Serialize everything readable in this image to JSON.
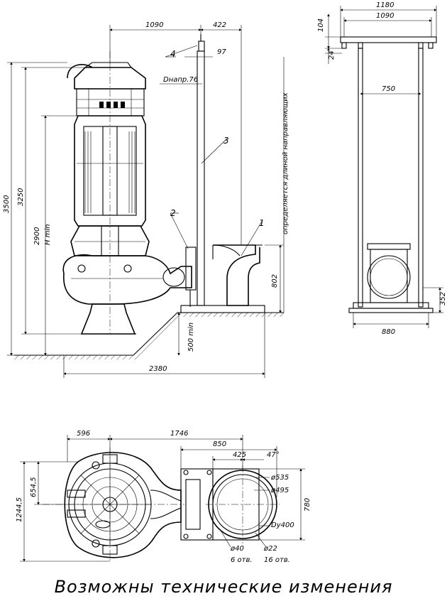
{
  "drawing": {
    "front_view": {
      "dims": {
        "width_1090": "1090",
        "width_422": "422",
        "width_97": "97",
        "h_3500": "3500",
        "h_3250": "3250",
        "h_2900": "2900",
        "h_min": "H min",
        "h_802": "802",
        "depth_500": "500 min",
        "width_2380": "2380",
        "d_napr": "Dнапр.76"
      },
      "callouts": [
        "1",
        "2",
        "3",
        "4"
      ],
      "guide_note": "определяется длиной направляющих"
    },
    "side_view": {
      "dims": {
        "w_1180": "1180",
        "w_1090": "1090",
        "h_104": "104",
        "h_24": "24",
        "w_750": "750",
        "w_880": "880",
        "h_352": "352"
      }
    },
    "plan_view": {
      "dims": {
        "w_596": "596",
        "w_1746": "1746",
        "w_850": "850",
        "w_425": "425",
        "angle": "47°",
        "h_654": "654,5",
        "h_1244": "1244,5",
        "d_535": "ø535",
        "d_495": "ø495",
        "dy_400": "Dy400",
        "h_780": "780",
        "d_40": "ø40",
        "d_40_count": "6 отв.",
        "d_22": "ø22",
        "d_22_count": "16 отв."
      }
    }
  },
  "footer": {
    "note": "Возможны технические изменения"
  }
}
